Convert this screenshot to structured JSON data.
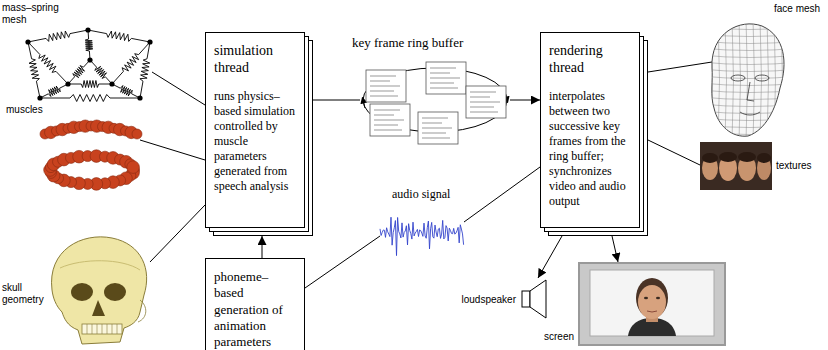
{
  "diagram": {
    "nodes": [
      {
        "text": [
          "simulation thread",
          "runs physics–based simulation controlled by muscle parameters generated from speech analysis"
        ]
      },
      {
        "text": [
          "rendering thread",
          "interpolates between two successive key frames from the ring buffer; synchronizes video and audio output"
        ]
      },
      {
        "text": [
          "phoneme–based generation of animation parameters"
        ]
      },
      {
        "text": [
          "loudspeaker"
        ]
      },
      {
        "text": [
          "screen"
        ]
      }
    ],
    "edges": [
      {
        "from": 0,
        "to": 1,
        "arrow": "to"
      },
      {
        "from": 2,
        "to": 0,
        "arrow": "to"
      },
      {
        "from": 2,
        "to": 1,
        "arrow": "none"
      },
      {
        "from": 1,
        "to": 3,
        "arrow": "to"
      },
      {
        "from": 1,
        "to": 4,
        "arrow": "to"
      }
    ],
    "labels": [
      "mass–spring mesh",
      "muscles",
      "skull geometry",
      "key frame ring buffer",
      "audio signal",
      "face mesh",
      "textures"
    ]
  }
}
